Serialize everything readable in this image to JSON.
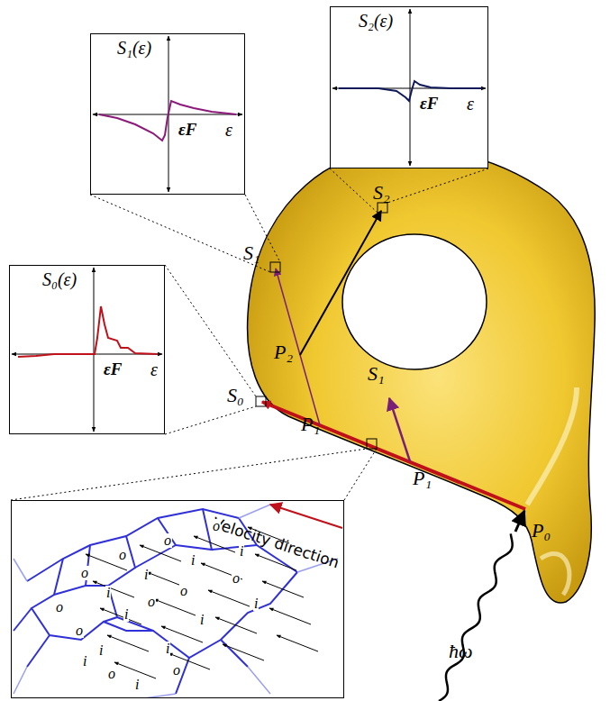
{
  "diagram": {
    "nodes": [
      {
        "text": [
          "S₁(ε)",
          "εF",
          "ε"
        ]
      },
      {
        "text": [
          "S₂(ε)",
          "εF",
          "ε"
        ]
      },
      {
        "text": [
          "S₀(ε)",
          "εF",
          "ε"
        ]
      },
      {
        "text": [
          "Velocity direction",
          "o",
          "i",
          "o",
          "i",
          "o",
          "i",
          "o",
          "i",
          "o",
          "o",
          "i",
          "i",
          "o",
          "o",
          "i",
          "o",
          "i",
          "o",
          "i",
          "i",
          "i",
          "o"
        ]
      }
    ],
    "labels": [
      "S₂",
      "S₁",
      "S₀",
      "P₂",
      "P₁",
      "P₁",
      "S₁",
      "P₀",
      "ħω"
    ]
  }
}
